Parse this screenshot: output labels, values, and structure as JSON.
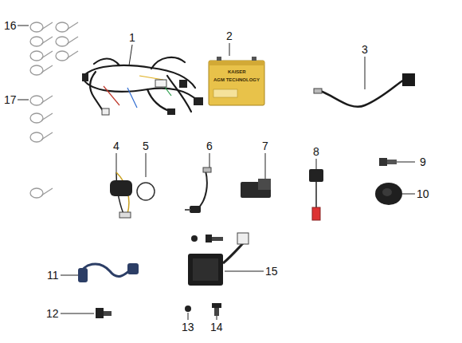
{
  "diagram": {
    "labels": [
      "16",
      "1",
      "2",
      "3",
      "17",
      "4",
      "5",
      "6",
      "7",
      "8",
      "9",
      "10",
      "11",
      "15",
      "12",
      "13",
      "14",
      "KAISER",
      "AGM TECHNOLOGY"
    ]
  }
}
